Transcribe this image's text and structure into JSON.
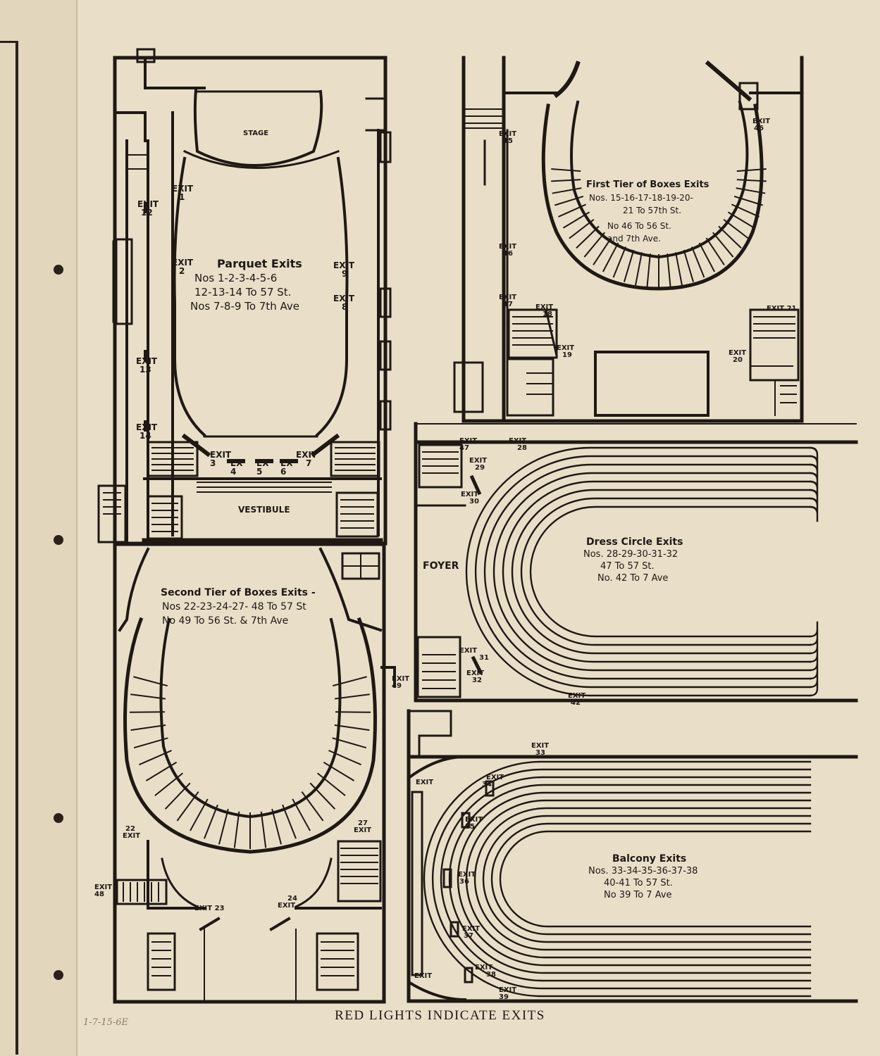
{
  "footer": {
    "caption": "RED LIGHTS INDICATE EXITS",
    "handwritten": "1-7-15-6E"
  },
  "parquet": {
    "title": "Parquet Exits",
    "lines": [
      "Nos 1-2-3-4-5-6",
      "12-13-14 To 57 St.",
      "Nos 7-8-9 To 7th Ave"
    ],
    "stage": "STAGE",
    "vestibule": "VESTIBULE",
    "exits": [
      {
        "label": "EXIT",
        "num": "1"
      },
      {
        "label": "EXIT",
        "num": "2"
      },
      {
        "label": "EXIT",
        "num": "12"
      },
      {
        "label": "EXIT",
        "num": "13"
      },
      {
        "label": "EXIT",
        "num": "14"
      },
      {
        "label": "EXIT",
        "num": "9"
      },
      {
        "label": "EXIT",
        "num": "8"
      },
      {
        "label": "EXIT",
        "num": "3"
      },
      {
        "label": "EX",
        "num": "4"
      },
      {
        "label": "EX",
        "num": "5"
      },
      {
        "label": "EX",
        "num": "6"
      },
      {
        "label": "EXIT",
        "num": "7"
      }
    ]
  },
  "first_tier": {
    "title": "First Tier of Boxes Exits",
    "lines": [
      "Nos. 15-16-17-18-19-20-",
      "21 To 57th St.",
      "No 46 To 56 St.",
      "and 7th Ave."
    ],
    "exits": [
      {
        "label": "EXIT",
        "num": "15"
      },
      {
        "label": "EXIT",
        "num": "16"
      },
      {
        "label": "EXIT",
        "num": "17"
      },
      {
        "label": "EXIT",
        "num": "18"
      },
      {
        "label": "EXIT",
        "num": "19"
      },
      {
        "label": "EXIT",
        "num": "20"
      },
      {
        "label": "EXIT",
        "num": "46"
      },
      {
        "label": "EXIT 21",
        "num": ""
      }
    ]
  },
  "second_tier": {
    "title": "Second Tier of Boxes Exits -",
    "lines": [
      "Nos 22-23-24-27- 48 To 57 St",
      "No 49 To 56 St. & 7th Ave"
    ],
    "exits": [
      {
        "label": "EXIT",
        "num": "22"
      },
      {
        "label": "EXIT 23",
        "num": ""
      },
      {
        "label": "EXIT",
        "num": "24"
      },
      {
        "label": "EXIT",
        "num": "27"
      },
      {
        "label": "EXIT",
        "num": "49"
      },
      {
        "label": "EXIT",
        "num": "48"
      }
    ]
  },
  "dress_circle": {
    "title": "Dress Circle Exits",
    "lines": [
      "Nos. 28-29-30-31-32",
      "47 To 57 St.",
      "No. 42 To 7 Ave"
    ],
    "foyer": "FOYER",
    "exits": [
      {
        "label": "EXIT",
        "num": "47"
      },
      {
        "label": "EXIT",
        "num": "28"
      },
      {
        "label": "EXIT",
        "num": "29"
      },
      {
        "label": "EXIT",
        "num": "30"
      },
      {
        "label": "EXIT",
        "num": "31"
      },
      {
        "label": "EXIT",
        "num": "32"
      },
      {
        "label": "EXIT",
        "num": "42"
      }
    ]
  },
  "balcony": {
    "title": "Balcony Exits",
    "lines": [
      "Nos. 33-34-35-36-37-38",
      "40-41 To 57 St.",
      "No 39 To 7 Ave"
    ],
    "exits": [
      {
        "label": "EXIT",
        "num": "33"
      },
      {
        "label": "EXIT",
        "num": "34"
      },
      {
        "label": "EXIT",
        "num": "35"
      },
      {
        "label": "EXIT",
        "num": "36"
      },
      {
        "label": "EXIT",
        "num": "37"
      },
      {
        "label": "EXIT",
        "num": "38"
      },
      {
        "label": "EXIT",
        "num": "39"
      },
      {
        "label": "EXIT",
        "num": ""
      },
      {
        "label": "EXIT",
        "num": ""
      }
    ]
  }
}
